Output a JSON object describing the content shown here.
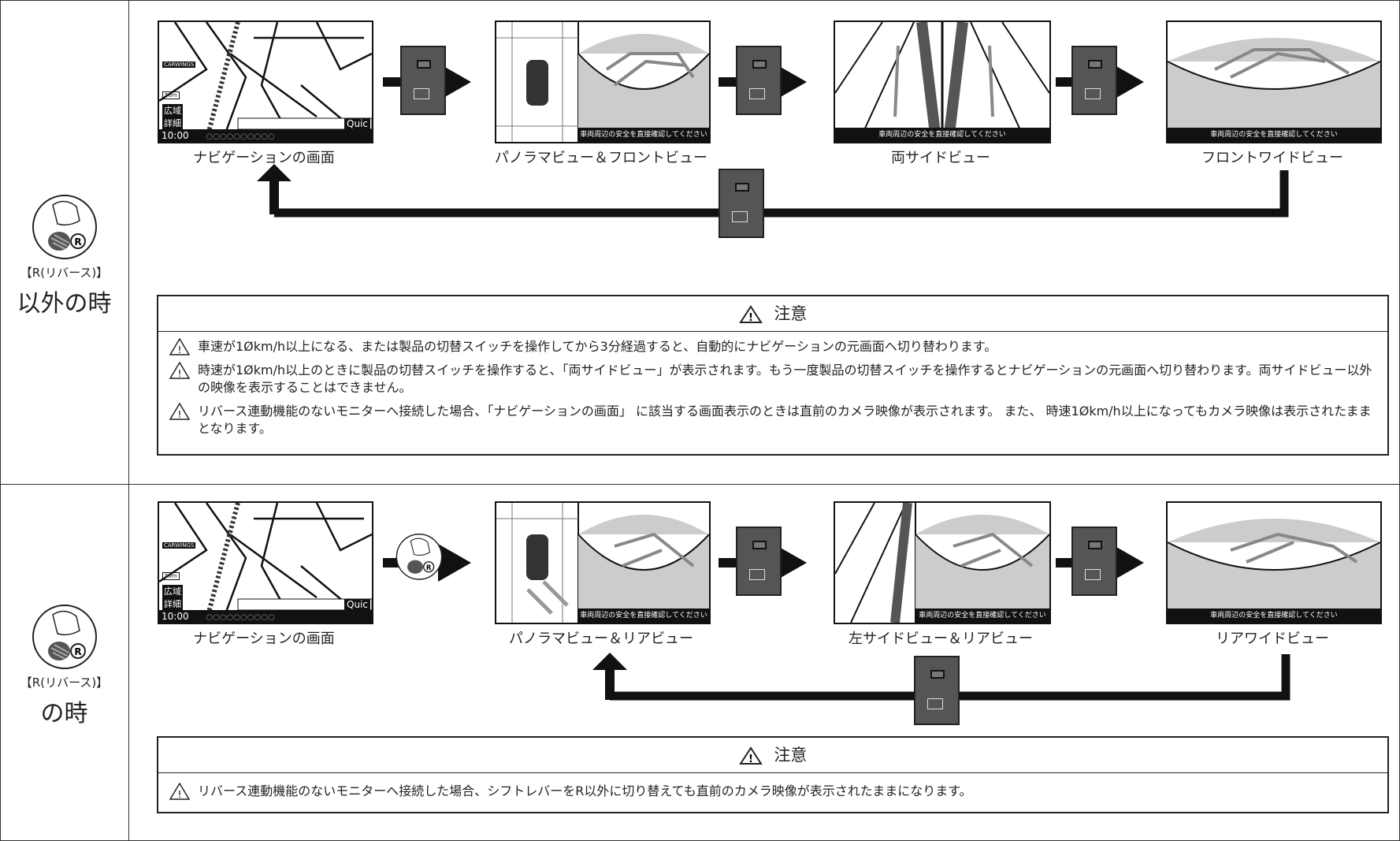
{
  "rows": [
    {
      "id": "non-reverse",
      "side_small": "【R(リバース)】",
      "side_big": "以外の時",
      "captions": [
        "ナビゲーションの画面",
        "パノラマビュー＆フロントビュー",
        "両サイドビュー",
        "フロントワイドビュー"
      ],
      "caution_title": "注意",
      "cautions": [
        "車速が1Økm/h以上になる、または製品の切替スイッチを操作してから3分経過すると、自動的にナビゲーションの元画面へ切り替わります。",
        "時速が1Økm/h以上のときに製品の切替スイッチを操作すると、「両サイドビュー」が表示されます。もう一度製品の切替スイッチを操作するとナビゲーションの元画面へ切り替わります。両サイドビュー以外の映像を表示することはできません。",
        "リバース連動機能のないモニターへ接続した場合、「ナビゲーションの画面」 に該当する画面表示のときは直前のカメラ映像が表示されます。 また、 時速1Økm/h以上になってもカメラ映像は表示されたままとなります。"
      ]
    },
    {
      "id": "reverse",
      "side_small": "【R(リバース)】",
      "side_big": "の時",
      "captions": [
        "ナビゲーションの画面",
        "パノラマビュー＆リアビュー",
        "左サイドビュー＆リアビュー",
        "リアワイドビュー"
      ],
      "caution_title": "注意",
      "cautions": [
        "リバース連動機能のないモニターへ接続した場合、シフトレバーをR以外に切り替えても直前のカメラ映像が表示されたままになります。"
      ]
    }
  ],
  "screen_text": {
    "time": "10:00",
    "quick": "Quic",
    "carwings": "CARWINGS",
    "wide": "広域",
    "detail": "詳細",
    "scale": "50m",
    "dots": "○○○○○○○○○○",
    "notice": "車両周辺の安全を直接確認してください"
  }
}
